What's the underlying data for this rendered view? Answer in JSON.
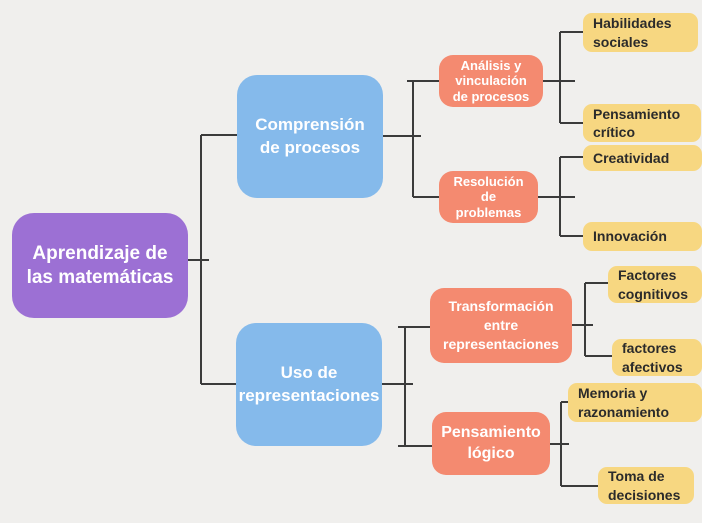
{
  "diagram_title": "Aprendizaje de las matemáticas",
  "colors": {
    "background": "#f0efed",
    "root_node": "#9c70d4",
    "branch_node": "#85baeb",
    "sub_branch_node": "#f48a70",
    "leaf_node": "#f7d781",
    "node_text_light": "#ffffff",
    "leaf_text_dark": "#2b2b2b",
    "connector_line": "#3b3b3b"
  },
  "tree": {
    "label": "Aprendizaje de las matemáticas",
    "children": [
      {
        "label": "Comprensión de procesos",
        "children": [
          {
            "label": "Análisis y vinculación de procesos",
            "children": [
              {
                "label": "Habilidades sociales"
              },
              {
                "label": "Pensamiento crítico"
              }
            ]
          },
          {
            "label": "Resolución de problemas",
            "children": [
              {
                "label": "Creatividad"
              },
              {
                "label": "Innovación"
              }
            ]
          }
        ]
      },
      {
        "label": "Uso de representaciones",
        "children": [
          {
            "label": "Transformación entre representaciones",
            "children": [
              {
                "label": "Factores cognitivos"
              },
              {
                "label": "factores afectivos"
              }
            ]
          },
          {
            "label": "Pensamiento lógico",
            "children": [
              {
                "label": "Memoria y razonamiento"
              },
              {
                "label": "Toma de decisiones"
              }
            ]
          }
        ]
      }
    ]
  }
}
